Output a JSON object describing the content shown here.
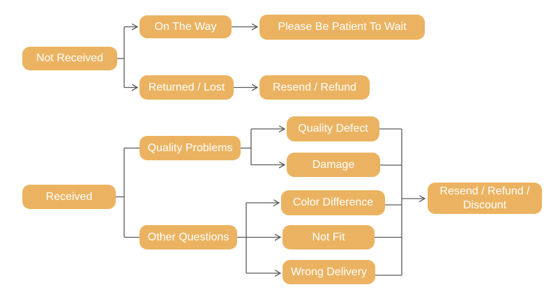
{
  "diagram": {
    "nodes": {
      "not_received": "Not Received",
      "on_the_way": "On The Way",
      "please_be_patient": "Please Be Patient To Wait",
      "returned_lost": "Returned / Lost",
      "resend_refund": "Resend / Refund",
      "received": "Received",
      "quality_problems": "Quality Problems",
      "quality_defect": "Quality Defect",
      "damage": "Damage",
      "other_questions": "Other Questions",
      "color_difference": "Color Difference",
      "not_fit": "Not Fit",
      "wrong_delivery": "Wrong Delivery",
      "resend_refund_discount": "Resend / Refund / Discount"
    },
    "edges": [
      {
        "from": "Not Received",
        "to": "On The Way",
        "arrowhead": true
      },
      {
        "from": "Not Received",
        "to": "Returned / Lost",
        "arrowhead": true
      },
      {
        "from": "On The Way",
        "to": "Please Be Patient To Wait",
        "arrowhead": true
      },
      {
        "from": "Returned / Lost",
        "to": "Resend / Refund",
        "arrowhead": true
      },
      {
        "from": "Received",
        "to": "Quality Problems",
        "arrowhead": false
      },
      {
        "from": "Received",
        "to": "Other Questions",
        "arrowhead": false
      },
      {
        "from": "Quality Problems",
        "to": "Quality Defect",
        "arrowhead": true
      },
      {
        "from": "Quality Problems",
        "to": "Damage",
        "arrowhead": true
      },
      {
        "from": "Other Questions",
        "to": "Color Difference",
        "arrowhead": true
      },
      {
        "from": "Other Questions",
        "to": "Not Fit",
        "arrowhead": true
      },
      {
        "from": "Other Questions",
        "to": "Wrong Delivery",
        "arrowhead": true
      },
      {
        "from": "Quality Defect",
        "to": "Resend / Refund / Discount",
        "arrowhead": true
      },
      {
        "from": "Damage",
        "to": "Resend / Refund / Discount",
        "arrowhead": true
      },
      {
        "from": "Color Difference",
        "to": "Resend / Refund / Discount",
        "arrowhead": true
      },
      {
        "from": "Not Fit",
        "to": "Resend / Refund / Discount",
        "arrowhead": true
      },
      {
        "from": "Wrong Delivery",
        "to": "Resend / Refund / Discount",
        "arrowhead": true
      }
    ],
    "colors": {
      "node_fill": "#EBB361",
      "node_text": "#FFFFFF",
      "line": "#595959",
      "background": "#FFFFFF"
    }
  }
}
